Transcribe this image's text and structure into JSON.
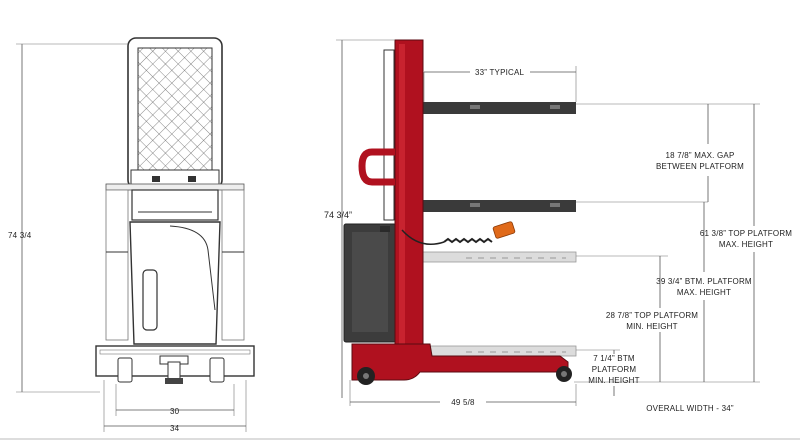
{
  "dimensions": {
    "front_height": "74  3/4",
    "front_inner_width": "30",
    "front_overall_width": "34",
    "side_height": "74 3/4”",
    "platform_depth": "33” TYPICAL",
    "max_gap": [
      "18 7/8” MAX. GAP",
      "BETWEEN PLATFORM"
    ],
    "top_platform_max": [
      "61 3/8” TOP PLATFORM",
      "MAX. HEIGHT"
    ],
    "btm_platform_max": [
      "39 3/4” BTM. PLATFORM",
      "MAX. HEIGHT"
    ],
    "top_platform_min": [
      "28 7/8” TOP PLATFORM",
      "MIN. HEIGHT"
    ],
    "btm_platform_min": [
      "7 1/4” BTM",
      "PLATFORM",
      "MIN. HEIGHT"
    ],
    "side_length": "49  5/8",
    "overall_width": "OVERALL WIDTH - 34”"
  },
  "colors": {
    "frame_red": "#b0111f",
    "platform_dark": "#3a3a3a",
    "platform_ghost": "#dcdcdc",
    "battery_dark": "#3c3c3c",
    "pendant_orange": "#e06a1a"
  }
}
